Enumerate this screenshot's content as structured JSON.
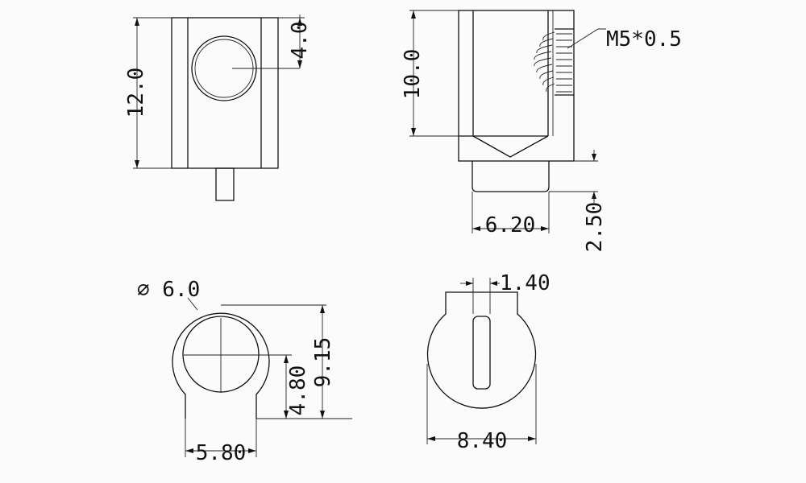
{
  "views": {
    "front": {
      "height_label": "12.0",
      "bore_label": "4.0"
    },
    "side": {
      "height_label": "10.0",
      "thread_label": "M5*0.5",
      "width_label": "6.20",
      "offset_label": "2.50"
    },
    "bottom_left": {
      "diameter_label": "⌀ 6.0",
      "width_label": "5.80",
      "center_height_label": "4.80",
      "total_height_label": "9.15"
    },
    "bottom_right": {
      "slot_label": "1.40",
      "width_label": "8.40"
    }
  }
}
